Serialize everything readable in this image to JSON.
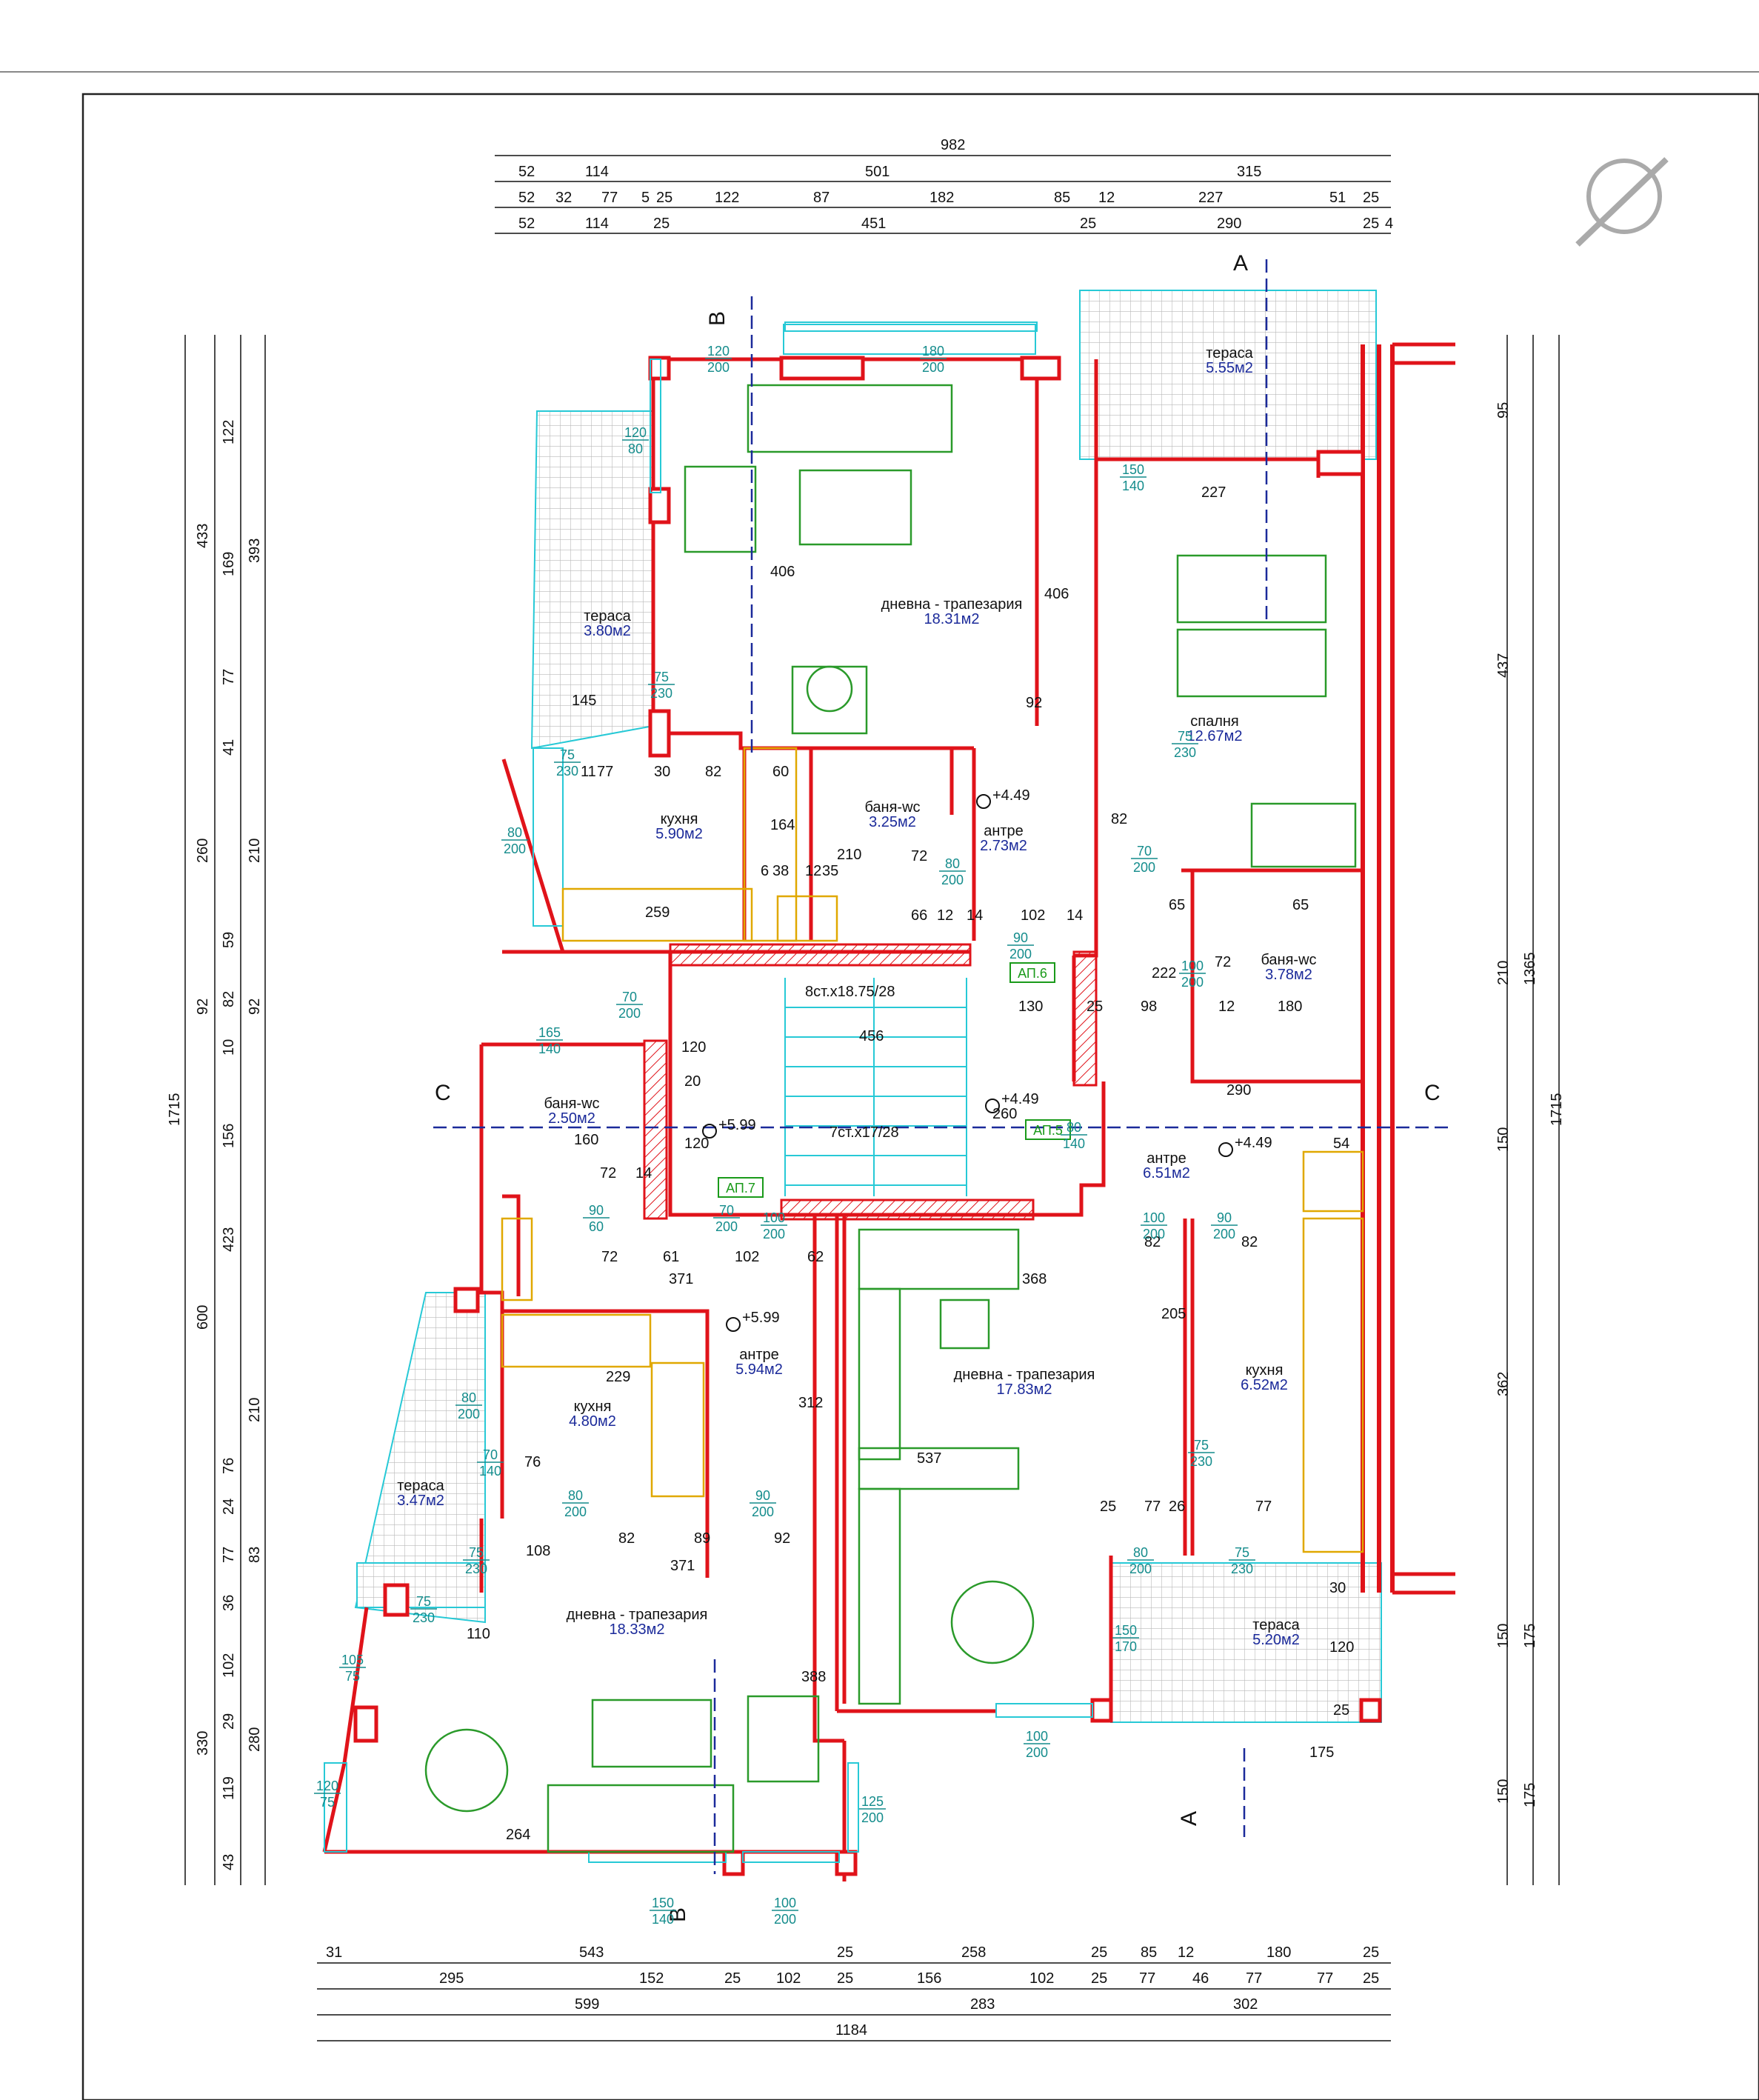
{
  "plan": {
    "rooms": [
      {
        "name": "дневна - трапезария",
        "area": "18.31м2"
      },
      {
        "name": "спалня",
        "area": "12.67м2"
      },
      {
        "name": "тераса",
        "area": "5.55м2"
      },
      {
        "name": "тераса",
        "area": "3.80м2"
      },
      {
        "name": "кухня",
        "area": "5.90м2"
      },
      {
        "name": "баня-wc",
        "area": "3.25м2"
      },
      {
        "name": "антре",
        "area": "2.73м2"
      },
      {
        "name": "баня-wc",
        "area": "3.78м2"
      },
      {
        "name": "баня-wc",
        "area": "2.50м2"
      },
      {
        "name": "антре",
        "area": "6.51м2"
      },
      {
        "name": "антре",
        "area": "5.94м2"
      },
      {
        "name": "кухня",
        "area": "4.80м2"
      },
      {
        "name": "дневна - трапезария",
        "area": "17.83м2"
      },
      {
        "name": "кухня",
        "area": "6.52м2"
      },
      {
        "name": "тераса",
        "area": "3.47м2"
      },
      {
        "name": "дневна - трапезария",
        "area": "18.33м2"
      },
      {
        "name": "тераса",
        "area": "5.20м2"
      }
    ],
    "apartments": [
      "АП.6",
      "АП.5",
      "АП.7"
    ],
    "stairs": [
      "8ст.х18.75/28",
      "7ст.х17/28",
      "456"
    ],
    "levels": [
      "+4.49",
      "+4.49",
      "+4.49",
      "+5.99",
      "+5.99"
    ],
    "sections": [
      "A",
      "A",
      "B",
      "B",
      "C",
      "C"
    ],
    "dims_top": {
      "row1": [
        "982"
      ],
      "row2": [
        "52",
        "114",
        "501",
        "315"
      ],
      "row3": [
        "52",
        "32",
        "77",
        "5",
        "25",
        "122",
        "87",
        "182",
        "85",
        "12",
        "227",
        "51",
        "25"
      ],
      "row4": [
        "52",
        "114",
        "25",
        "451",
        "25",
        "290",
        "25",
        "4"
      ]
    },
    "dims_bottom": {
      "row1": [
        "31",
        "543",
        "25",
        "258",
        "25",
        "85",
        "12",
        "180",
        "25"
      ],
      "row2": [
        "295",
        "152",
        "25",
        "102",
        "25",
        "156",
        "102",
        "25",
        "77",
        "46",
        "77",
        "77",
        "25"
      ],
      "row3": [
        "599",
        "283",
        "302"
      ],
      "row4": [
        "1184"
      ]
    },
    "dims_left": {
      "outer": [
        "1715"
      ],
      "col1": [
        "433",
        "260",
        "92",
        "600",
        "330"
      ],
      "col2": [
        "122",
        "169",
        "77",
        "41",
        "59",
        "82",
        "10",
        "156",
        "423",
        "76",
        "24",
        "77",
        "36",
        "102",
        "29",
        "119",
        "43"
      ],
      "col3": [
        "393",
        "210",
        "92",
        "210",
        "83",
        "280"
      ]
    },
    "dims_right": {
      "outer": [
        "1715"
      ],
      "col1": [
        "1365"
      ],
      "col2": [
        "95",
        "437",
        "210",
        "150",
        "362",
        "150",
        "150"
      ],
      "col3": [
        "175",
        "175"
      ]
    },
    "interior_dims": [
      "227",
      "406",
      "406",
      "92",
      "145",
      "11",
      "77",
      "30",
      "82",
      "60",
      "164",
      "259",
      "6",
      "38",
      "12",
      "35",
      "210",
      "72",
      "66",
      "12",
      "14",
      "102",
      "14",
      "130",
      "25",
      "98",
      "222",
      "82",
      "65",
      "65",
      "72",
      "180",
      "12",
      "290",
      "120",
      "20",
      "120",
      "160",
      "72",
      "14",
      "260",
      "54",
      "72",
      "61",
      "102",
      "62",
      "371",
      "368",
      "82",
      "82",
      "205",
      "229",
      "312",
      "76",
      "82",
      "89",
      "92",
      "371",
      "108",
      "110",
      "537",
      "25",
      "77",
      "26",
      "77",
      "388",
      "264",
      "30",
      "120",
      "175",
      "25"
    ],
    "door_window_marks": [
      "120/200",
      "180/200",
      "120/80",
      "75/230",
      "75/230",
      "150/140",
      "75/230",
      "80/200",
      "90/200",
      "70/200",
      "100/200",
      "80/200",
      "70/200",
      "165/140",
      "80/140",
      "90/60",
      "70/200",
      "100/200",
      "100/200",
      "90/200",
      "80/200",
      "70/140",
      "75/230",
      "80/200",
      "90/200",
      "80/200",
      "75/230",
      "75/230",
      "75/230",
      "150/170",
      "105/75",
      "120/75",
      "150/140",
      "100/200",
      "100/200",
      "125/200"
    ]
  },
  "colors": {
    "wall": "#e0131a",
    "terrace": "#27c9d6",
    "furniture": "#2a9a2a",
    "kitchen": "#e0a800",
    "section_line": "#1b2a9a"
  }
}
